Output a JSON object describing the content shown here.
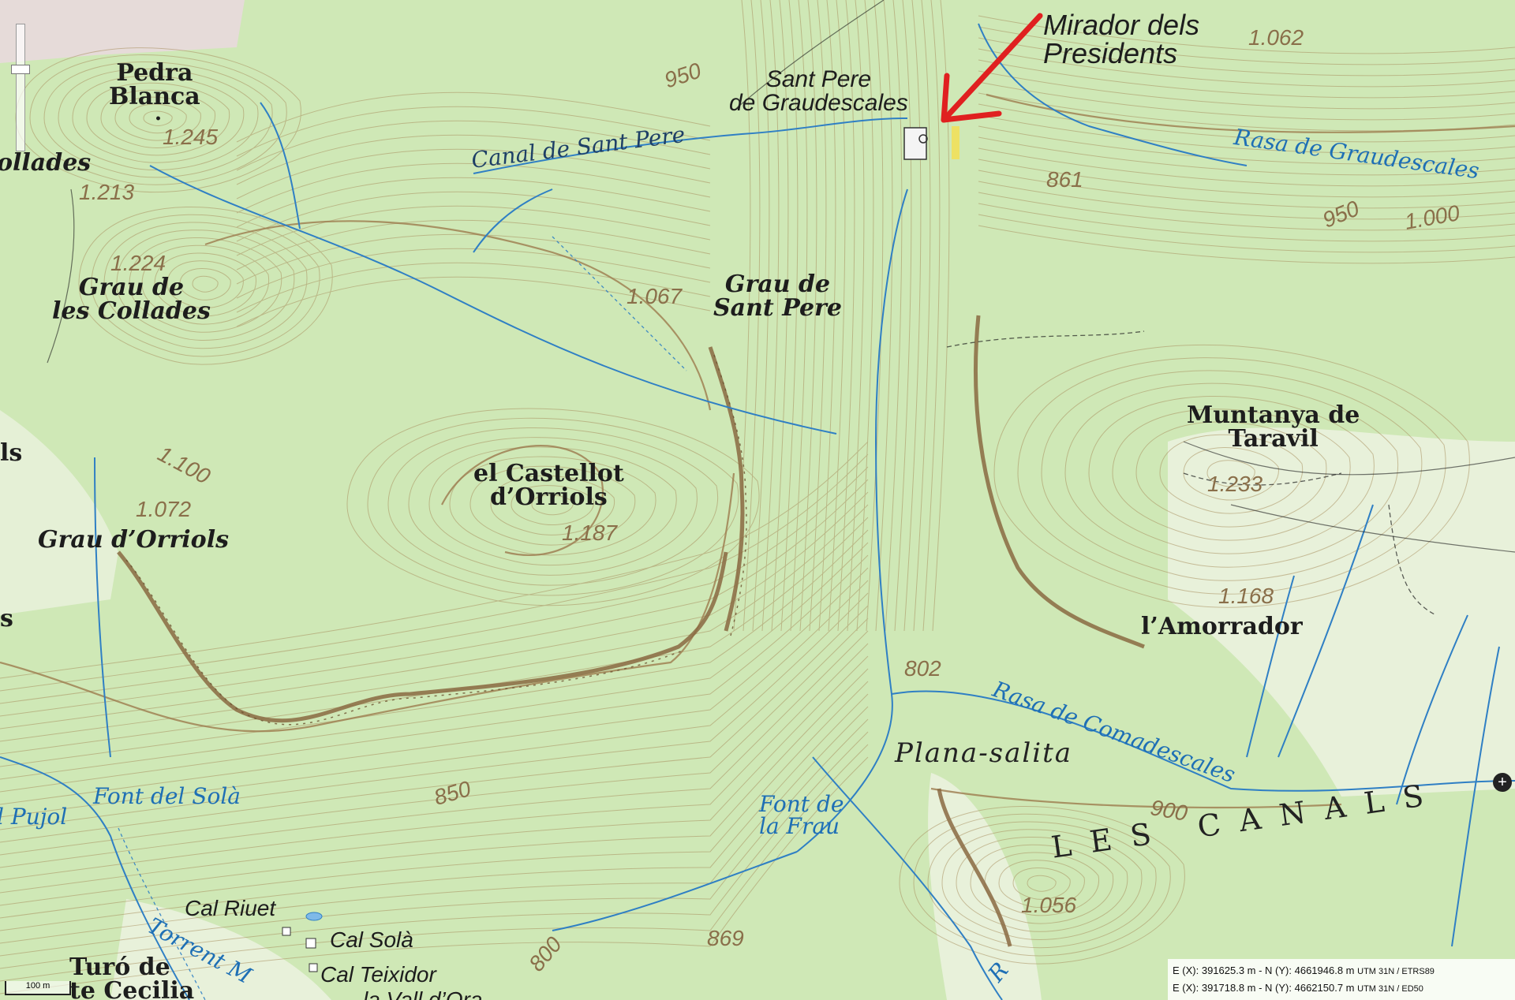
{
  "labels": {
    "pedra_blanca": "Pedra\nBlanca",
    "collades_left": "ollades",
    "grau_collades": "Grau de\nles Collades",
    "grau_orriols": "Grau d’Orriols",
    "ls_left": "ls",
    "s_left": "s",
    "castellot": "el Castellot\nd’Orriols",
    "grau_sant_pere": "Grau de\nSant Pere",
    "sant_pere": "Sant Pere\nde Graudescales",
    "mirador": "Mirador dels\nPresidents",
    "muntanya": "Muntanya de\nTaravil",
    "amorrador": "l’Amorrador",
    "plana_salita": "Plana-salita",
    "les_canals": "LES CANALS",
    "cal_riuet": "Cal Riuet",
    "cal_sola": "Cal Solà",
    "cal_teixidor": "Cal Teixidor",
    "turo": "Turó de\nte Cecilia",
    "vall": "la Vall d’Ora"
  },
  "water": {
    "canal_sant_pere": "Canal de Sant Pere",
    "rasa_graudescales": "Rasa de Graudescales",
    "rasa_comadescales": "Rasa de Comadescales",
    "font_sola": "Font del Solà",
    "font_frau": "Font de\nla Frau",
    "pujol": "l Pujol",
    "torrent": "Torrent M",
    "r_bottom": "R"
  },
  "elevations": {
    "e1062": "1.062",
    "e950a": "950",
    "e1245": "1.245",
    "e1213": "1.213",
    "e1224": "1.224",
    "e861": "861",
    "e950b": "950",
    "e1000": "1.000",
    "e1067": "1.067",
    "e1100": "1.100",
    "e1072": "1.072",
    "e1187": "1.187",
    "e1233": "1.233",
    "e1168": "1.168",
    "e802": "802",
    "e850": "850",
    "e900": "900",
    "e1056": "1.056",
    "e800": "800",
    "e869": "869"
  },
  "coordinates": {
    "line1_main": "E (X): 391625.3 m - N (Y): 4661946.8 m",
    "line1_ref": "UTM 31N / ETRS89",
    "line2_main": "E (X): 391718.8 m - N (Y): 4662150.7 m",
    "line2_ref": "UTM 31N / ED50"
  },
  "scale": "100 m",
  "add_button": "+",
  "colors": {
    "background": "#cfe8b6",
    "contour": "#b08a5c",
    "water": "#1e6fb5",
    "arrow": "#e02020"
  }
}
